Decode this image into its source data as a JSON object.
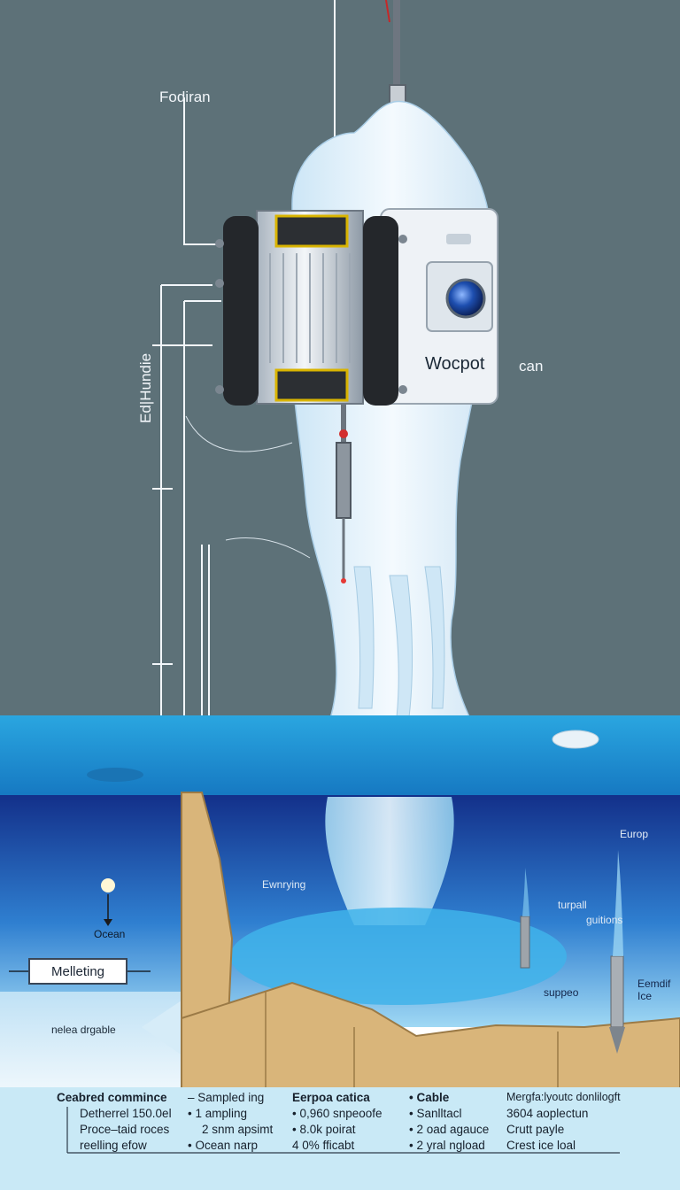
{
  "labels": {
    "top_label": "Fodiran",
    "side_label": "Ed|Hundie",
    "device_name": "Wocpot",
    "device_suffix": "can",
    "ocean": "Ocean",
    "melting": "Melleting",
    "nelea": "nelea drgable",
    "ewning": "Ewnrying",
    "europ": "Europ",
    "turpall": "turpall",
    "guitions": "guitions",
    "suppeo": "suppeo",
    "emdif": "Eemdif",
    "ice": "Ice"
  },
  "legend": {
    "col1": [
      "Ceabred commince",
      "Detherrel  150.0el",
      "Proce–taid roces",
      "reelling efow"
    ],
    "col2": [
      "– Sampled ing",
      "•  1 ampling",
      "2  snm apsimt",
      "•  Ocean narp"
    ],
    "col3": [
      "Eerpoa catica",
      "•  0,960  snpeoofe",
      "•  8.0k poirat",
      "4 0% fficabt"
    ],
    "col4": [
      "•  Cable",
      "•  Sanlltacl",
      "•  2 oad agauce",
      "•  2 yral ngload"
    ],
    "col5": [
      "Mergfa:lyoutc donlilogft",
      "3604  aoplectun",
      "Crutt payle",
      "Crest ice loal"
    ]
  },
  "colors": {
    "background": "#5d7178",
    "ocean_surface": "#1e9ad6",
    "deep_water": "#1b3f8a",
    "ice": "#eaf4fb",
    "sediment": "#d9b57a",
    "legend_bg": "#c9e9f6"
  }
}
